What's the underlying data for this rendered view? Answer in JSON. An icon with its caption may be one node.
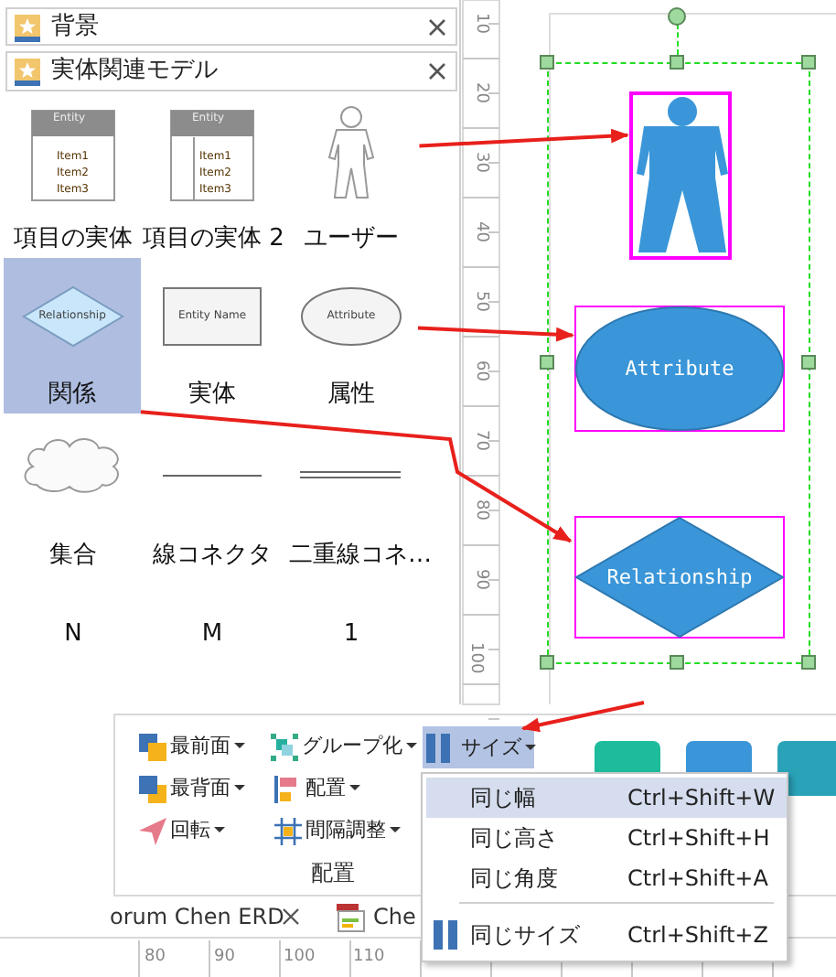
{
  "diagram": {
    "nodes": [
      {
        "text": [
          "背景"
        ]
      },
      {
        "text": [
          "実体関連モデル"
        ]
      },
      {
        "text": [
          "Entity",
          "Item1",
          "Item2",
          "Item3",
          "項目の実体"
        ]
      },
      {
        "text": [
          "Entity",
          "Item1",
          "Item2",
          "Item3",
          "項目の実体 2"
        ]
      },
      {
        "text": [
          "ユーザー"
        ]
      },
      {
        "text": [
          "Relationship",
          "関係"
        ]
      },
      {
        "text": [
          "Entity Name",
          "実体"
        ]
      },
      {
        "text": [
          "Attribute",
          "属性"
        ]
      },
      {
        "text": [
          "集合"
        ]
      },
      {
        "text": [
          "線コネクタ"
        ]
      },
      {
        "text": [
          "二重線コネ…"
        ]
      },
      {
        "text": [
          "N"
        ]
      },
      {
        "text": [
          "M"
        ]
      },
      {
        "text": [
          "1"
        ]
      },
      {
        "text": [],
        "shape": "box"
      },
      {
        "text": [],
        "shape": "person",
        "in": 14
      },
      {
        "text": [
          "Attribute"
        ],
        "in": 14
      },
      {
        "text": [
          "Relationship"
        ],
        "in": 14
      },
      {
        "text": [
          "最前面"
        ]
      },
      {
        "text": [
          "グループ化"
        ]
      },
      {
        "text": [
          "サイズ"
        ]
      },
      {
        "text": [
          "最背面"
        ]
      },
      {
        "text": [
          "配置"
        ]
      },
      {
        "text": [
          "回転"
        ]
      },
      {
        "text": [
          "間隔調整"
        ]
      },
      {
        "text": [],
        "shape": "box"
      },
      {
        "text": [
          "同じ幅",
          "Ctrl+Shift+W"
        ],
        "in": 25
      },
      {
        "text": [
          "同じ高さ",
          "Ctrl+Shift+H"
        ],
        "in": 25
      },
      {
        "text": [
          "同じ角度",
          "Ctrl+Shift+A"
        ],
        "in": 25
      },
      {
        "text": [
          "同じサイズ",
          "Ctrl+Shift+Z"
        ],
        "in": 25
      }
    ],
    "edges": [
      {
        "from": 4,
        "to": 15,
        "arrow": "to"
      },
      {
        "from": 7,
        "to": 16,
        "arrow": "to"
      },
      {
        "from": 5,
        "to": 17,
        "arrow": "to"
      },
      {
        "from": null,
        "to": 20,
        "arrow": "to"
      }
    ],
    "labels": [
      "10",
      "20",
      "30",
      "40",
      "50",
      "60",
      "70",
      "80",
      "90",
      "100",
      "配置",
      "orum Chen ERD",
      "Che",
      "80",
      "90",
      "100",
      "110"
    ]
  }
}
